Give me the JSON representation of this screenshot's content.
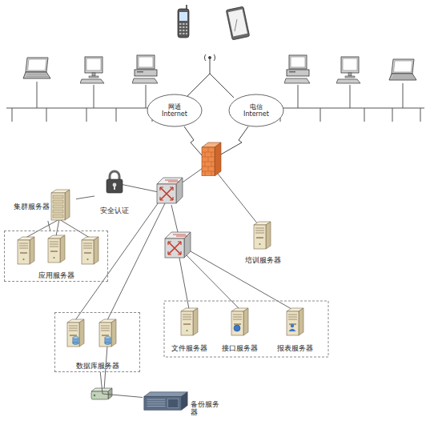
{
  "diagram": {
    "nodes": [
      {
        "text": [
          "网通 Internet"
        ]
      },
      {
        "text": [
          "电信 Internet"
        ]
      },
      {
        "text": [
          "集群服务器"
        ]
      },
      {
        "text": [
          "安全认证"
        ]
      },
      {
        "text": [
          "应用服务器"
        ]
      },
      {
        "text": [
          "培训服务器"
        ]
      },
      {
        "text": [
          "数据库服务器"
        ]
      },
      {
        "text": [
          "文件服务器"
        ]
      },
      {
        "text": [
          "接口服务器"
        ]
      },
      {
        "text": [
          "报表服务器"
        ]
      },
      {
        "text": [
          "备份服务器"
        ]
      }
    ],
    "edges": [
      {
        "from": 2,
        "to": 3,
        "arrow": "none"
      },
      {
        "from": 2,
        "to": 4,
        "arrow": "none"
      },
      {
        "from": 6,
        "to": 10,
        "arrow": "none"
      }
    ]
  }
}
